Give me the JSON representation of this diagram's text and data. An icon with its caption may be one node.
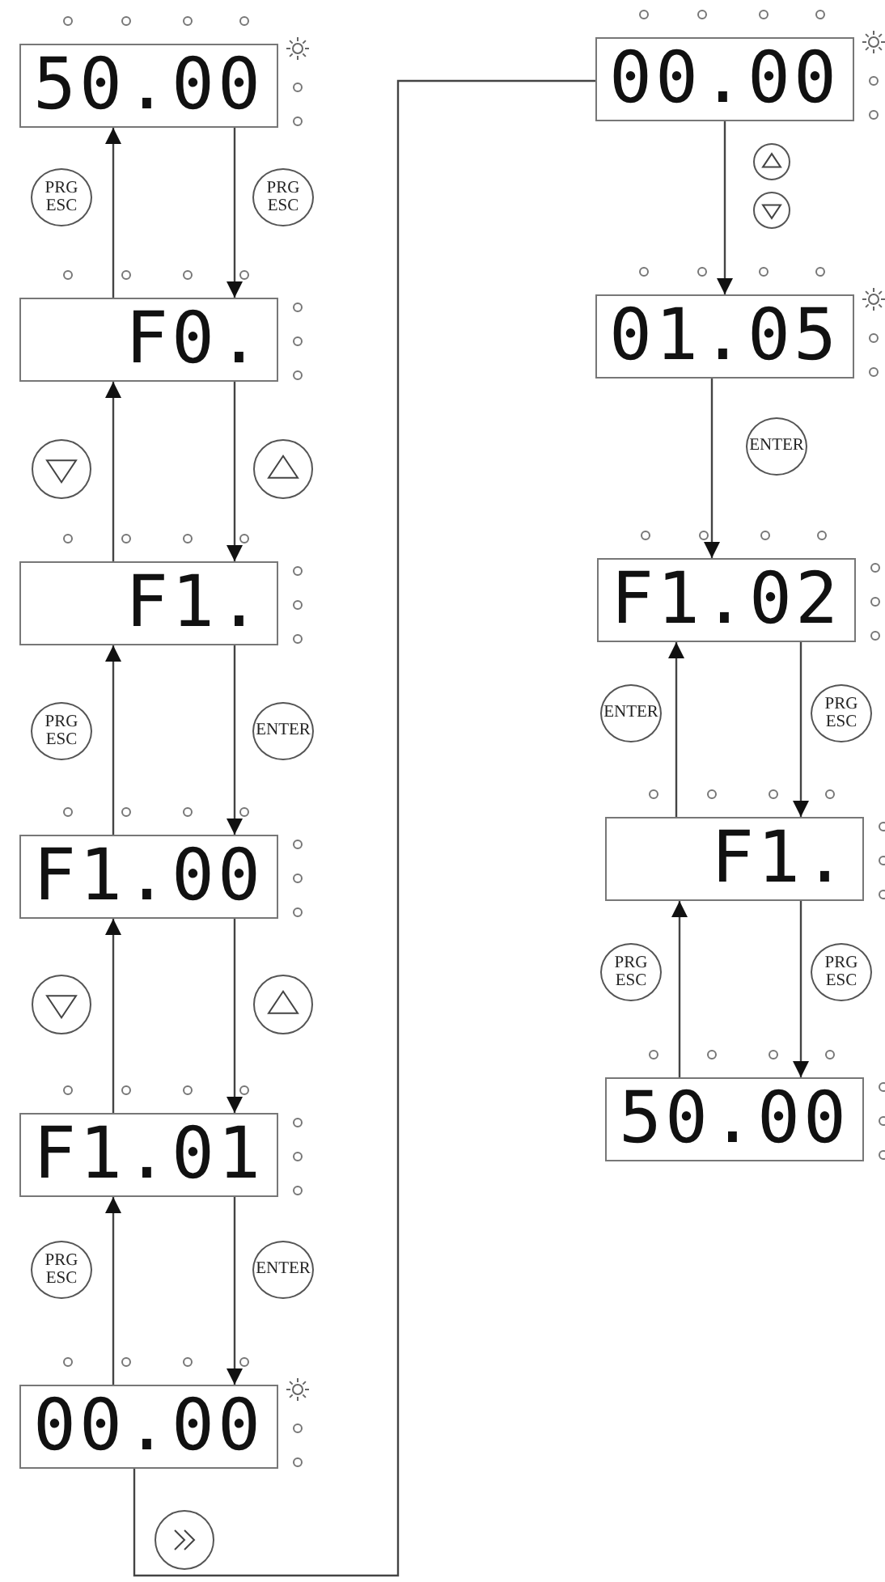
{
  "diagram": {
    "nodes": [
      {
        "text": [
          "50.00"
        ]
      },
      {
        "text": [
          "F0."
        ]
      },
      {
        "text": [
          "F1."
        ]
      },
      {
        "text": [
          "F1.00"
        ]
      },
      {
        "text": [
          "F1.01"
        ]
      },
      {
        "text": [
          "00.00"
        ]
      },
      {
        "text": [
          "00.00"
        ]
      },
      {
        "text": [
          "01.05"
        ]
      },
      {
        "text": [
          "F1.02"
        ]
      },
      {
        "text": [
          "F1."
        ]
      },
      {
        "text": [
          "50.00"
        ]
      }
    ],
    "edges": [
      {
        "from": 1,
        "to": 0,
        "arrow": "to",
        "label": "PRG ESC"
      },
      {
        "from": 0,
        "to": 1,
        "arrow": "to",
        "label": "PRG ESC"
      },
      {
        "from": 2,
        "to": 1,
        "arrow": "to"
      },
      {
        "from": 1,
        "to": 2,
        "arrow": "to"
      },
      {
        "from": 3,
        "to": 2,
        "arrow": "to",
        "label": "PRG ESC"
      },
      {
        "from": 2,
        "to": 3,
        "arrow": "to",
        "label": "ENTER"
      },
      {
        "from": 4,
        "to": 3,
        "arrow": "to"
      },
      {
        "from": 3,
        "to": 4,
        "arrow": "to"
      },
      {
        "from": 5,
        "to": 4,
        "arrow": "to",
        "label": "PRG ESC"
      },
      {
        "from": 4,
        "to": 5,
        "arrow": "to",
        "label": "ENTER"
      },
      {
        "from": 5,
        "to": 6,
        "arrow": "none"
      },
      {
        "from": 6,
        "to": 7,
        "arrow": "to"
      },
      {
        "from": 7,
        "to": 8,
        "arrow": "to",
        "label": "ENTER"
      },
      {
        "from": 9,
        "to": 8,
        "arrow": "to",
        "label": "ENTER"
      },
      {
        "from": 8,
        "to": 9,
        "arrow": "to",
        "label": "PRG ESC"
      },
      {
        "from": 10,
        "to": 9,
        "arrow": "to",
        "label": "PRG ESC"
      },
      {
        "from": 9,
        "to": 10,
        "arrow": "to",
        "label": "PRG ESC"
      }
    ]
  }
}
